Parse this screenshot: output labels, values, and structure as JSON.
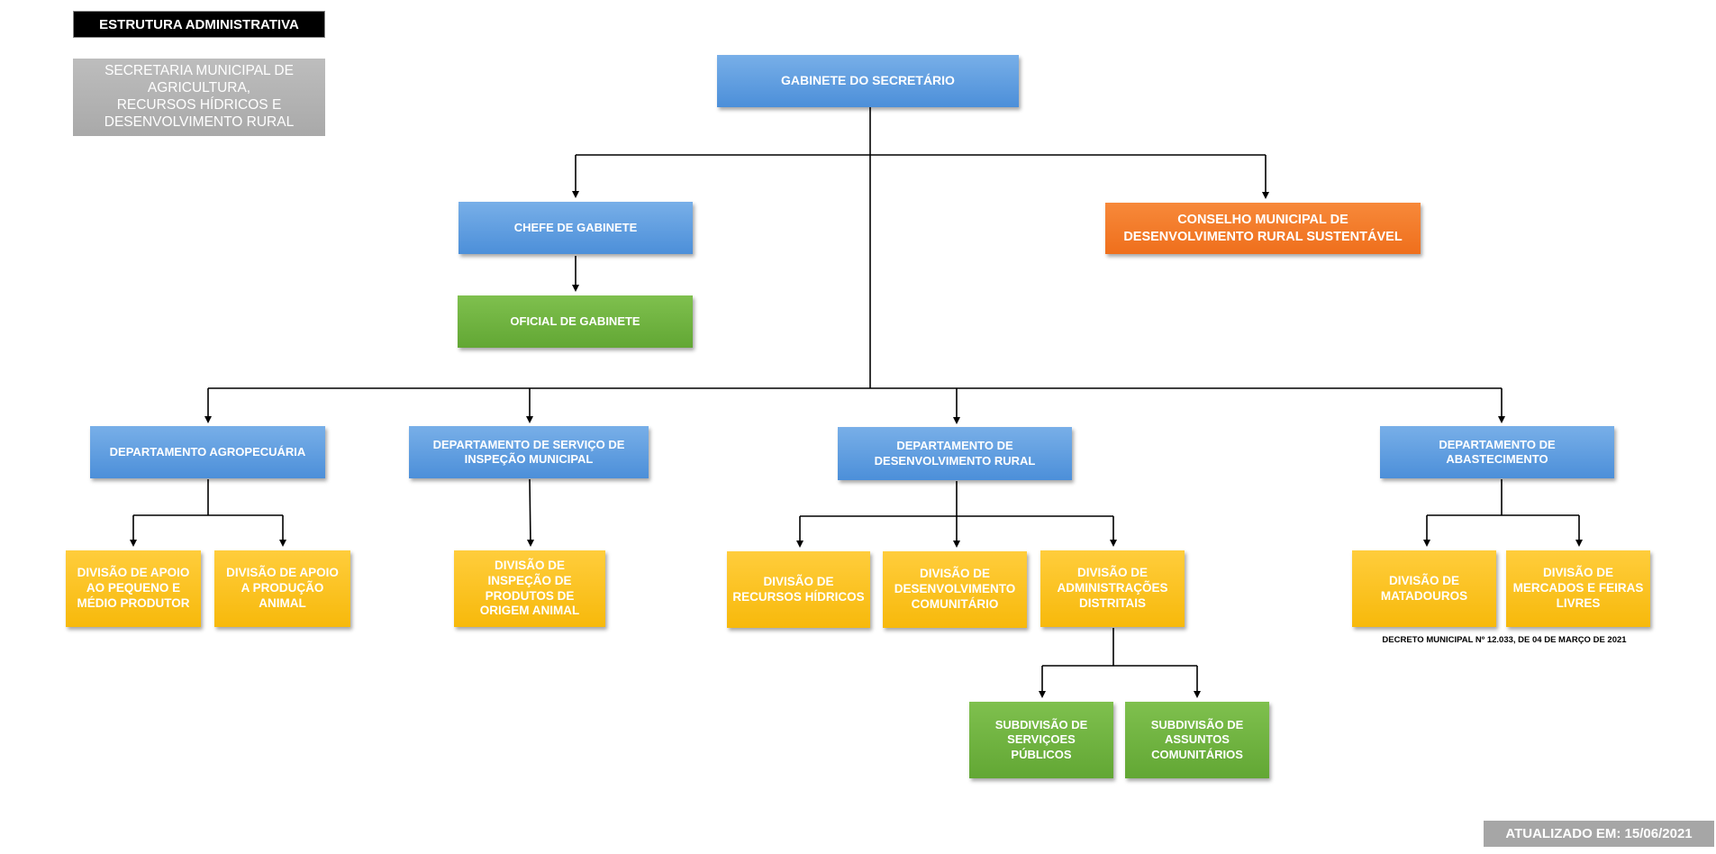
{
  "header": {
    "title": "ESTRUTURA ADMINISTRATIVA",
    "secretaria": "SECRETARIA MUNICIPAL DE AGRICULTURA,\nRECURSOS HÍDRICOS E DESENVOLVIMENTO RURAL"
  },
  "colors": {
    "blue": "#5b9bd5",
    "green": "#70ad47",
    "orange": "#f47b2a",
    "yellow": "#ffc000",
    "gray": "#a6a6a6",
    "black": "#000000"
  },
  "nodes": {
    "gabinete": "GABINETE DO SECRETÁRIO",
    "chefe": "CHEFE DE GABINETE",
    "oficial": "OFICIAL DE GABINETE",
    "conselho": "CONSELHO MUNICIPAL DE\nDESENVOLVIMENTO RURAL SUSTENTÁVEL",
    "dep_agro": "DEPARTAMENTO AGROPECUÁRIA",
    "dep_inspecao": "DEPARTAMENTO DE SERVIÇO DE\nINSPEÇÃO MUNICIPAL",
    "dep_desenv": "DEPARTAMENTO DE\nDESENVOLVIMENTO RURAL",
    "dep_abast": "DEPARTAMENTO DE\nABASTECIMENTO",
    "div_pequeno": "DIVISÃO DE APOIO\nAO PEQUENO E\nMÉDIO PRODUTOR",
    "div_animal": "DIVISÃO DE APOIO\nA PRODUÇÃO\nANIMAL",
    "div_inspecao": "DIVISÃO DE\nINSPEÇÃO DE\nPRODUTOS DE\nORIGEM ANIMAL",
    "div_hidricos": "DIVISÃO DE\nRECURSOS HÍDRICOS",
    "div_comunitario": "DIVISÃO DE\nDESENVOLVIMENTO\nCOMUNITÁRIO",
    "div_distritais": "DIVISÃO DE\nADMINISTRAÇÕES\nDISTRITAIS",
    "div_matadouros": "DIVISÃO DE\nMATADOUROS",
    "div_mercados": "DIVISÃO DE\nMERCADOS E FEIRAS\nLIVRES",
    "sub_servicos": "SUBDIVISÃO DE\nSERVIÇOES\nPÚBLICOS",
    "sub_assuntos": "SUBDIVISÃO DE\nASSUNTOS\nCOMUNITÁRIOS"
  },
  "footer": {
    "decree": "DECRETO MUNICIPAL Nº 12.033, DE 04 DE MARÇO DE 2021",
    "updated": "ATUALIZADO EM: 15/06/2021"
  }
}
